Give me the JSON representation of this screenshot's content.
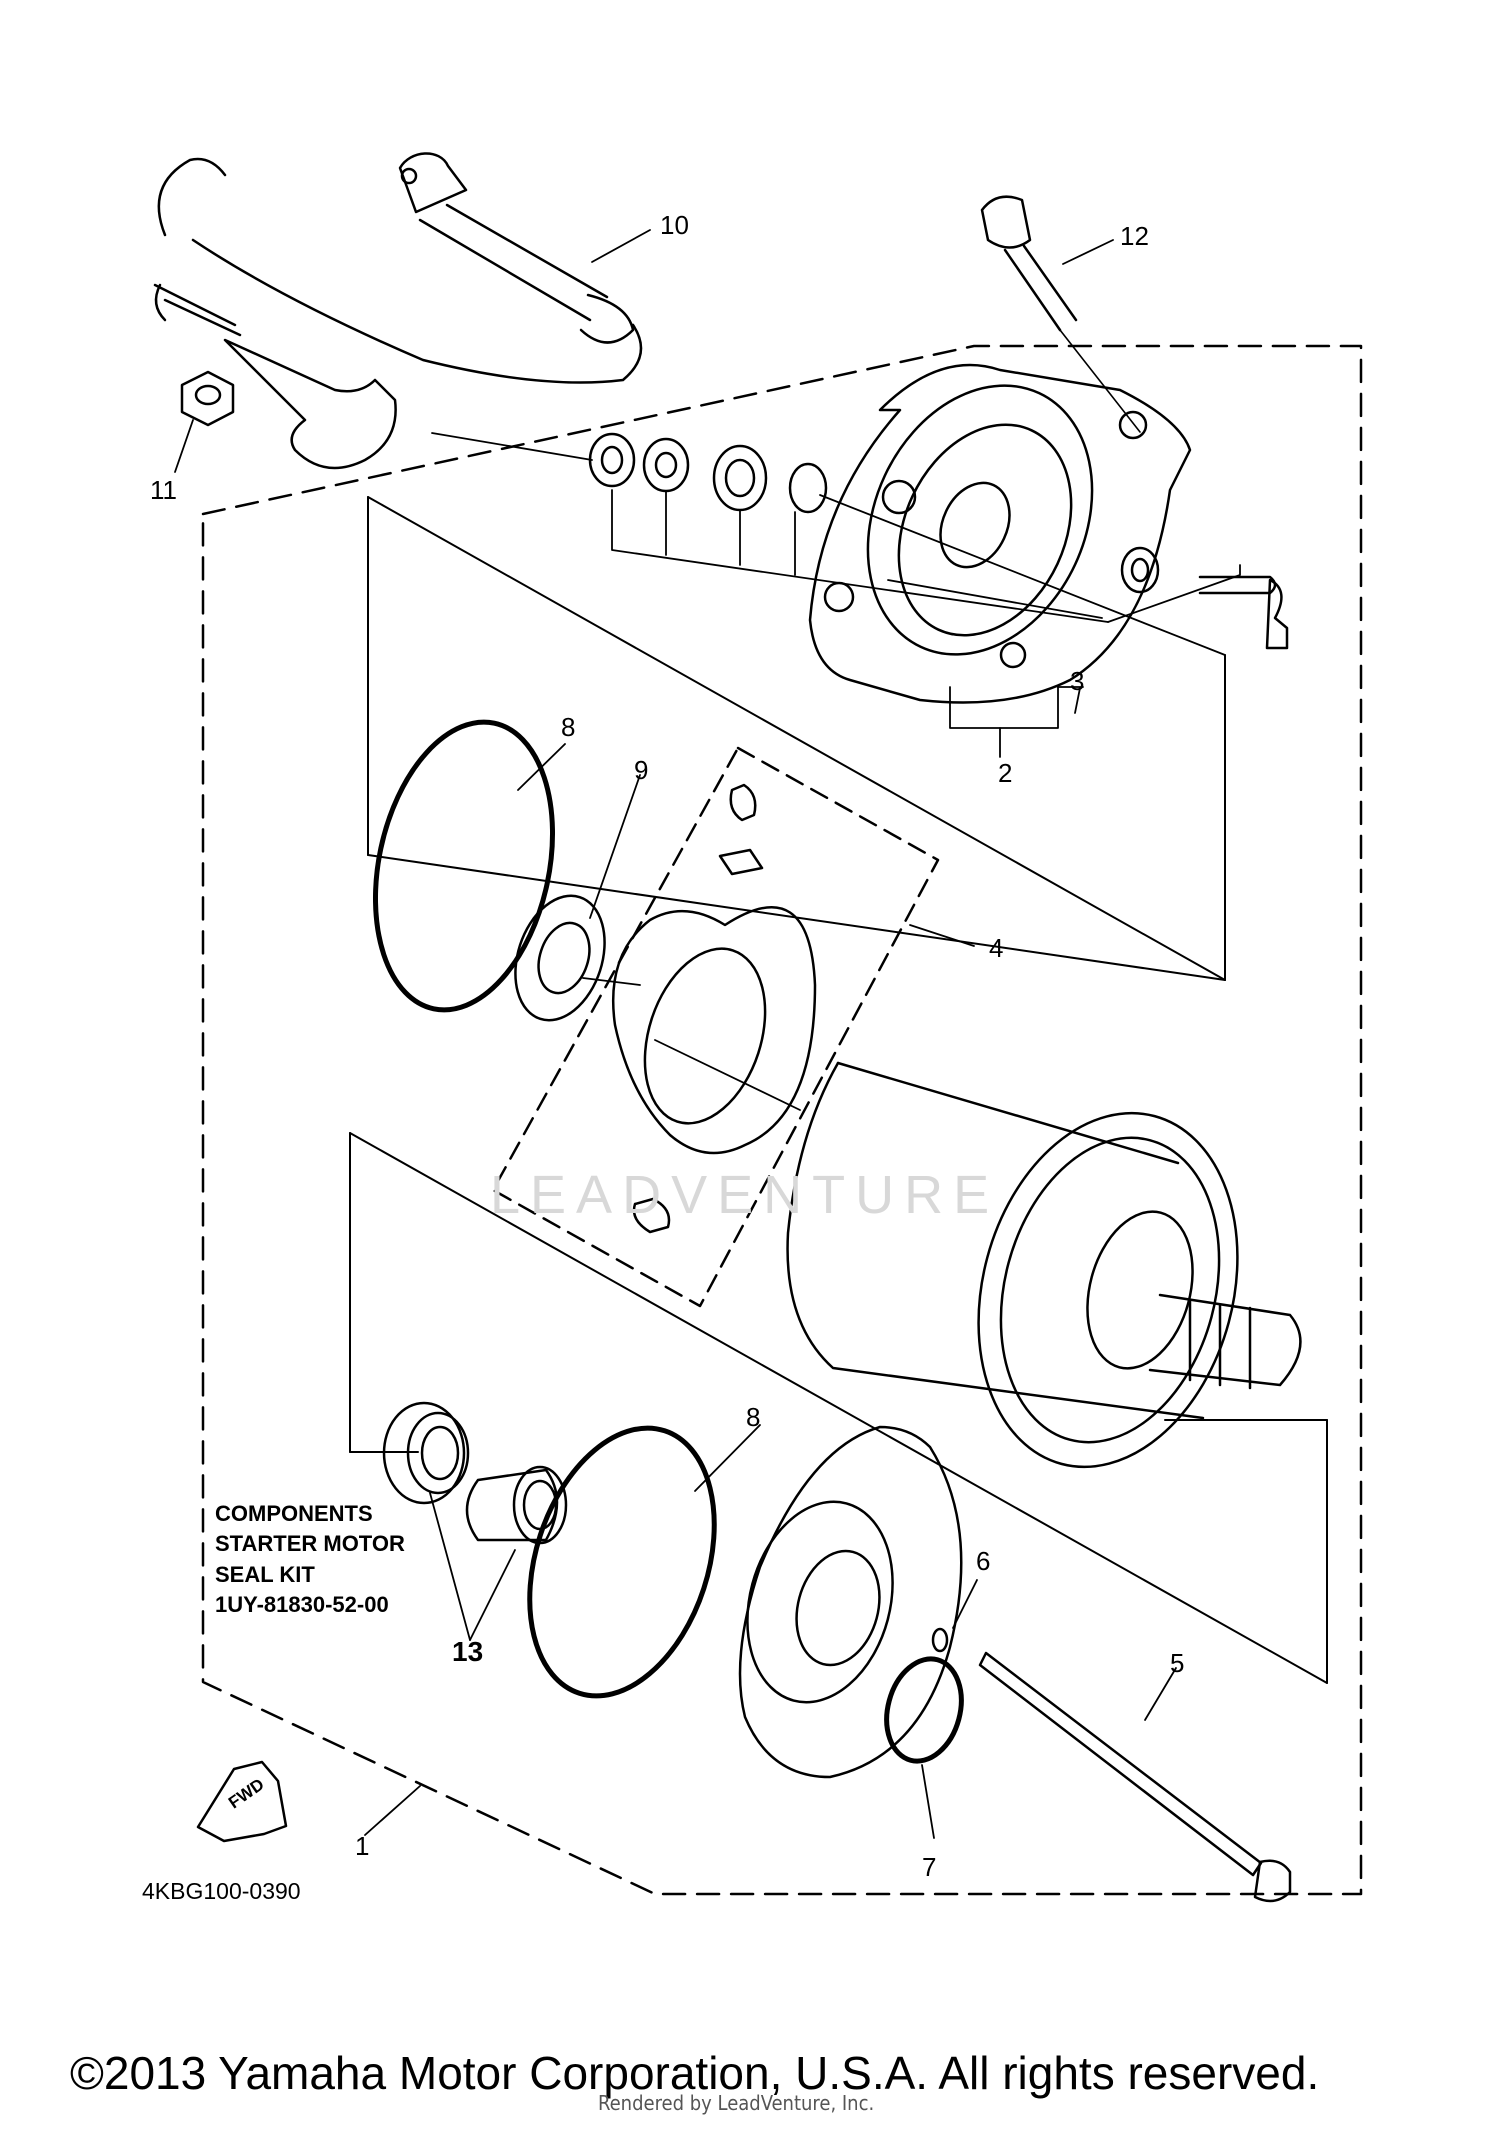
{
  "callouts": [
    "1",
    "2",
    "3",
    "4",
    "5",
    "6",
    "7",
    "8",
    "8",
    "9",
    "10",
    "11",
    "12",
    "13"
  ],
  "kit_note": {
    "line1": "COMPONENTS",
    "line2": "STARTER MOTOR",
    "line3": "SEAL KIT",
    "line4": "1UY-81830-52-00"
  },
  "fwd_label": "FWD",
  "diagram_code": "4KBG100-0390",
  "watermark": "LEADVENTURE",
  "copyright": "©2013 Yamaha Motor Corporation, U.S.A. All rights reserved.",
  "rendered_by": "Rendered by LeadVenture, Inc."
}
